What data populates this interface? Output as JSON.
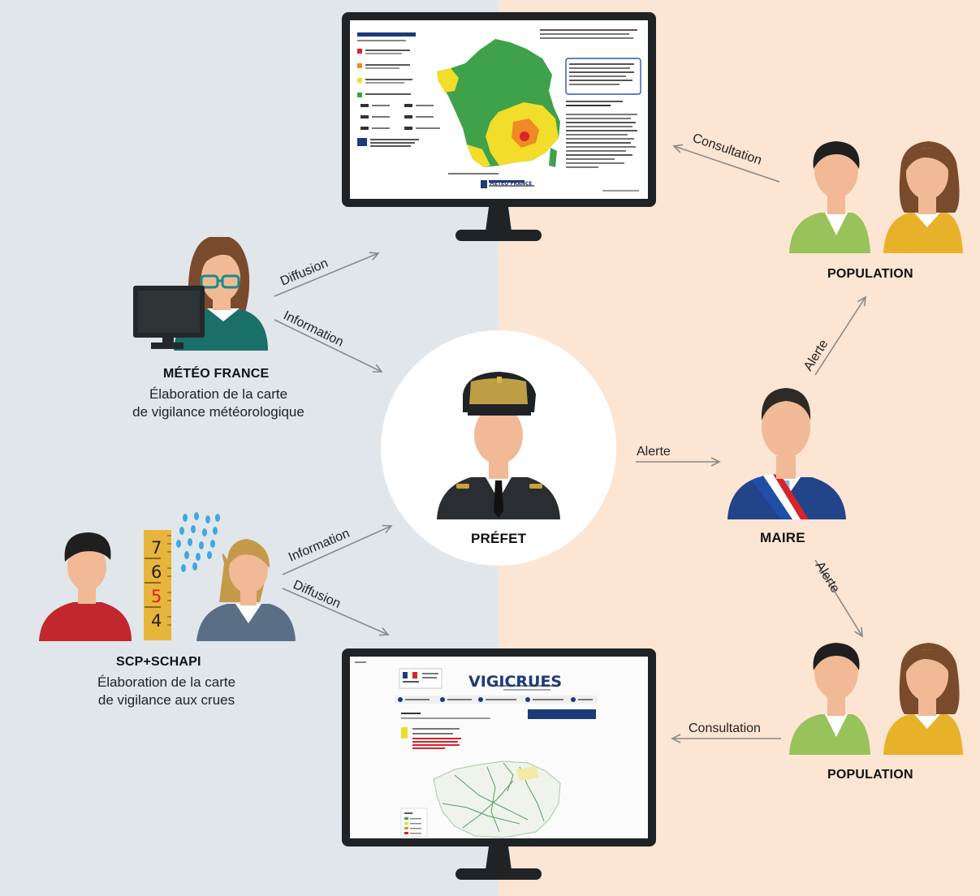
{
  "actors": {
    "meteo": {
      "name": "MÉTÉO FRANCE",
      "desc_line1": "Élaboration de la carte",
      "desc_line2": "de vigilance météorologique"
    },
    "scp": {
      "name": "SCP+SCHAPI",
      "desc_line1": "Élaboration de la carte",
      "desc_line2": "de vigilance aux crues"
    },
    "prefet": {
      "name": "PRÉFET"
    },
    "maire": {
      "name": "MAIRE"
    },
    "population_top": {
      "name": "POPULATION"
    },
    "population_bottom": {
      "name": "POPULATION"
    }
  },
  "edges": {
    "meteo_diffusion": "Diffusion",
    "meteo_information": "Information",
    "scp_information": "Information",
    "scp_diffusion": "Diffusion",
    "prefet_maire": "Alerte",
    "maire_pop_top": "Alerte",
    "maire_pop_bottom": "Alerte",
    "pop_top_consultation": "Consultation",
    "pop_bottom_consultation": "Consultation"
  },
  "screens": {
    "meteo_map": {
      "logo": "MÉTÉO FRANCE"
    },
    "vigicrues": {
      "logo": "VIGICRUES"
    }
  },
  "ruler": {
    "numbers": [
      "7",
      "6",
      "5",
      "4"
    ]
  },
  "colors": {
    "left_bg": "#e1e6ea",
    "right_bg": "#fce5d2",
    "arrow": "#8a8a8a",
    "vigilance_green": "#3fa24a",
    "vigilance_yellow": "#f2dd2a",
    "vigilance_orange": "#f08a24",
    "vigilance_red": "#d8232a"
  }
}
